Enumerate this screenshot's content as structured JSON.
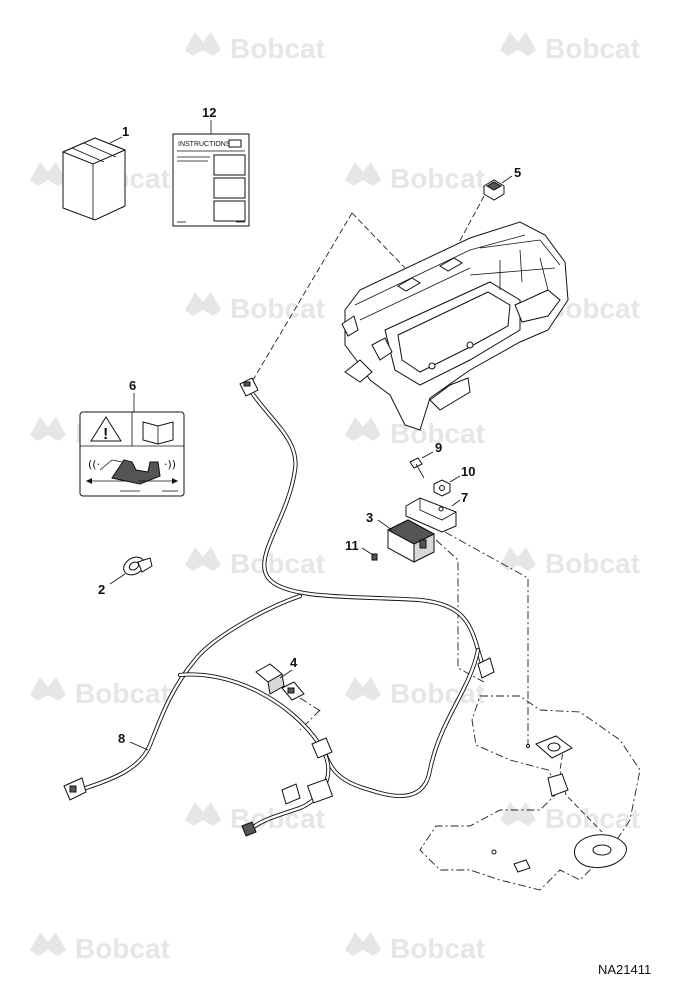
{
  "watermark": {
    "text": "Bobcat",
    "color": "#e6e6e6"
  },
  "callouts": {
    "c1": "1",
    "c2": "2",
    "c3": "3",
    "c4": "4",
    "c5": "5",
    "c6": "6",
    "c7": "7",
    "c8": "8",
    "c9": "9",
    "c10": "10",
    "c11": "11",
    "c12": "12"
  },
  "instructions_sheet": {
    "title": "INSTRUCTIONS"
  },
  "decal": {
    "warning_icon": "warning-triangle-icon",
    "manual_icon": "open-book-icon"
  },
  "reference_code": "NA21411",
  "colors": {
    "ink": "#111111",
    "watermark": "#e6e6e6"
  }
}
